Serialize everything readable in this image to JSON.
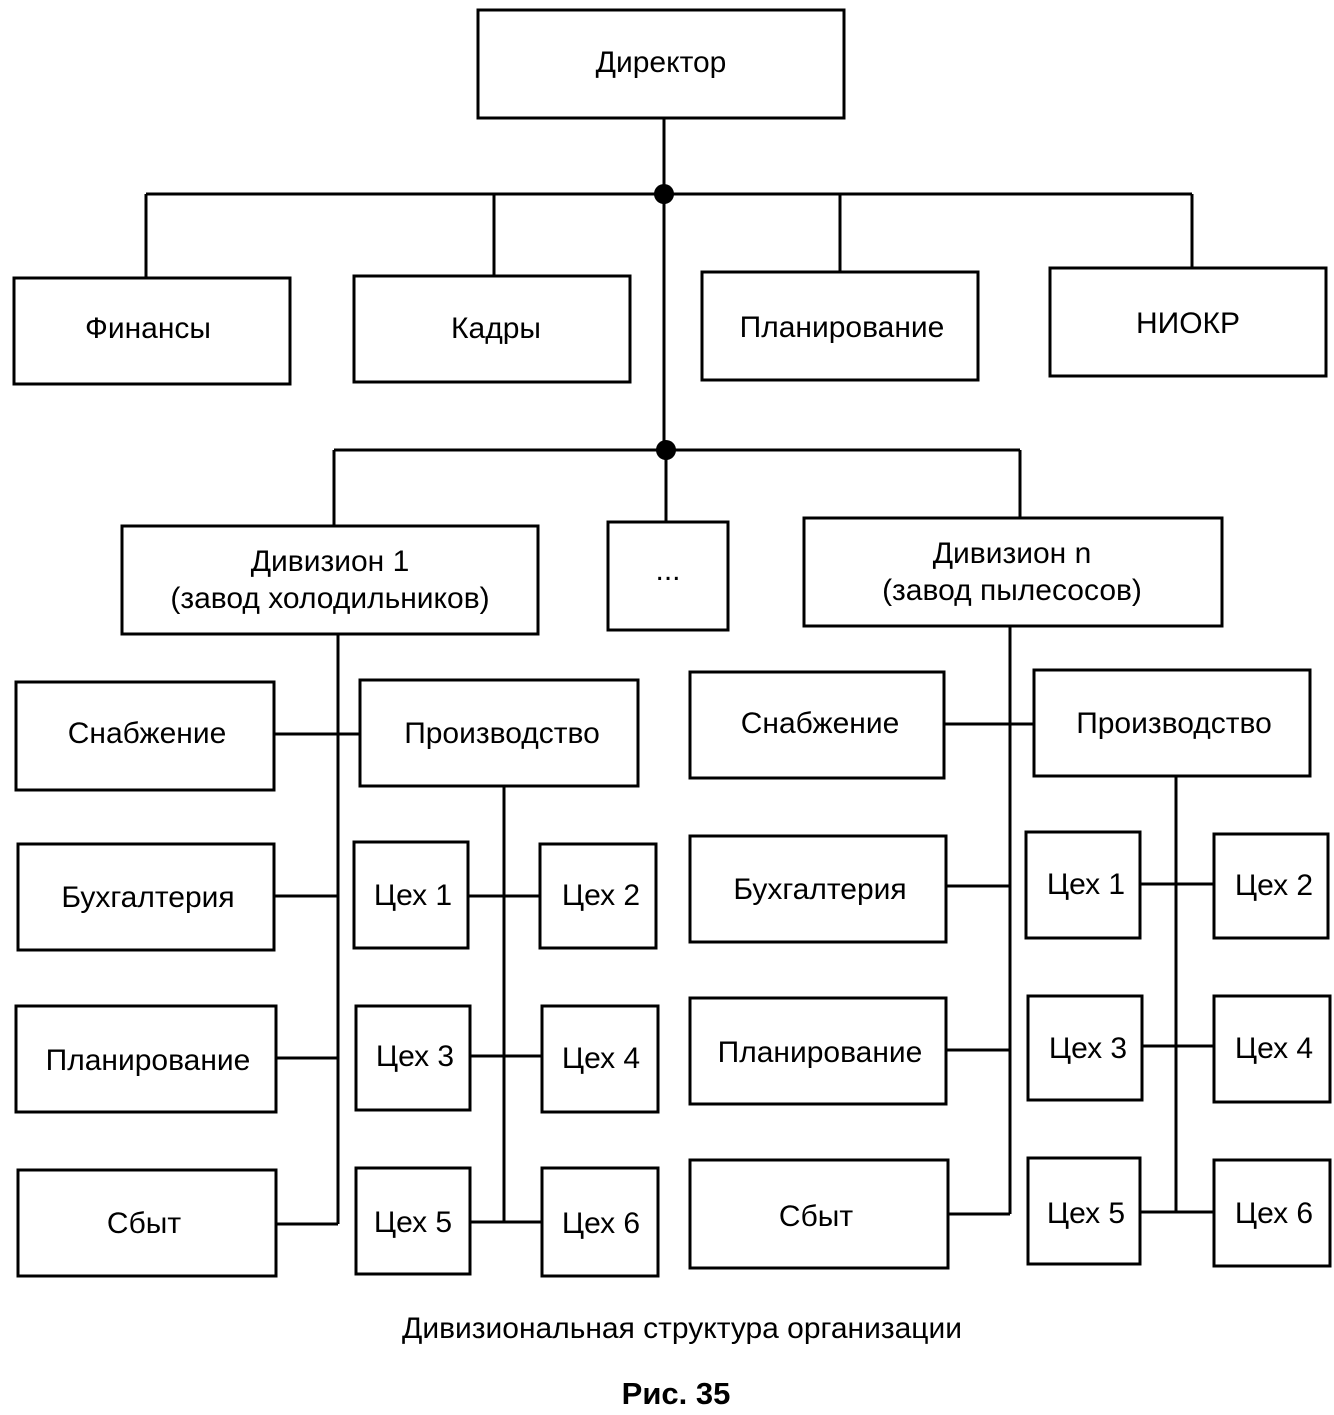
{
  "director": "Директор",
  "staff": {
    "finance": "Финансы",
    "hr": "Кадры",
    "planning": "Планирование",
    "rnd": "НИОКР"
  },
  "divisions": {
    "d1": {
      "line1": "Дивизион 1",
      "line2": "(завод холодильников)",
      "supply": "Снабжение",
      "production": "Производство",
      "accounting": "Бухгалтерия",
      "planning": "Планирование",
      "sales": "Сбыт",
      "shops": [
        "Цех 1",
        "Цех 2",
        "Цех 3",
        "Цех 4",
        "Цех 5",
        "Цех 6"
      ]
    },
    "ellipsis": "...",
    "dn": {
      "line1": "Дивизион n",
      "line2": "(завод пылесосов)",
      "supply": "Снабжение",
      "production": "Производство",
      "accounting": "Бухгалтерия",
      "planning": "Планирование",
      "sales": "Сбыт",
      "shops": [
        "Цех 1",
        "Цех 2",
        "Цех 3",
        "Цех 4",
        "Цех 5",
        "Цех 6"
      ]
    }
  },
  "caption": "Дивизиональная структура организации",
  "figure_label": "Рис. 35"
}
